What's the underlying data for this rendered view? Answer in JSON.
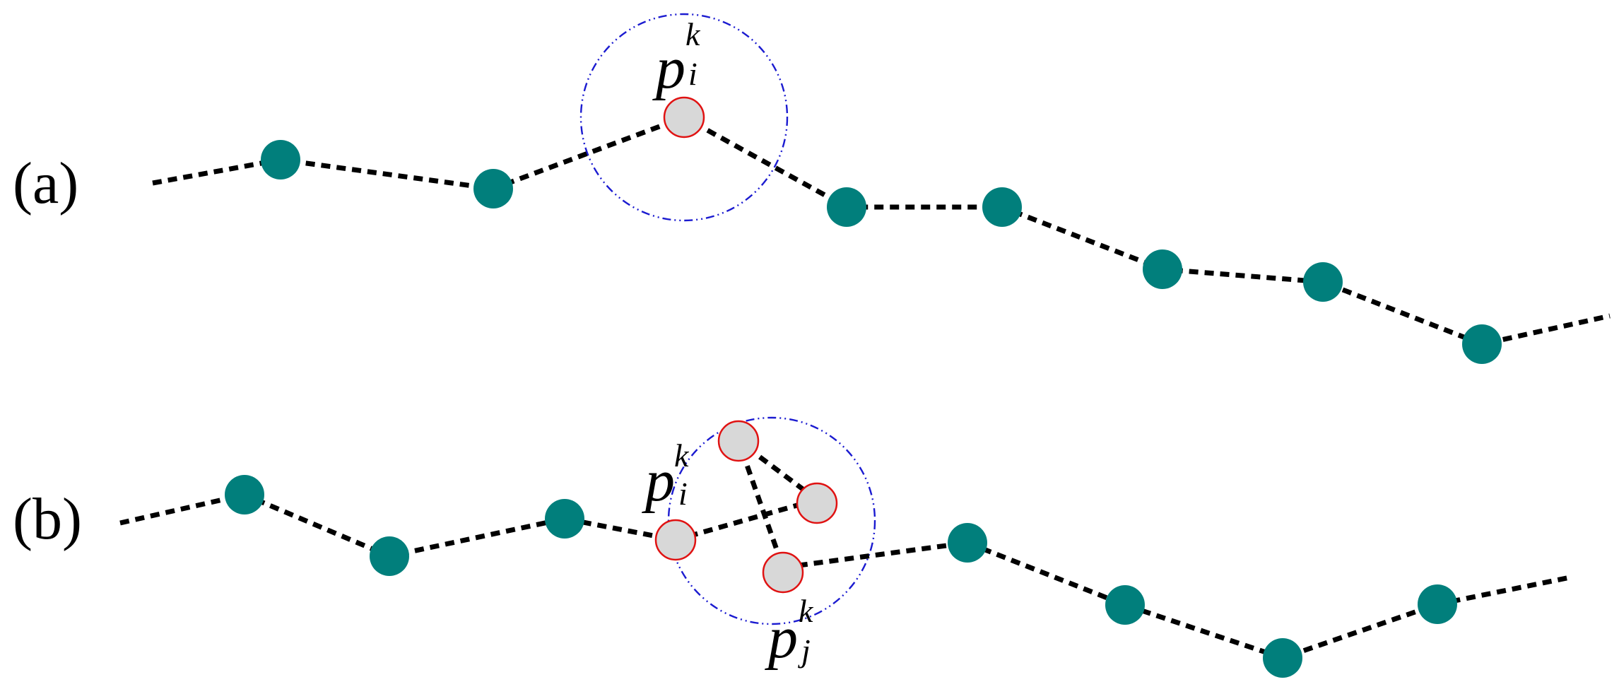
{
  "panels": [
    {
      "label": "(a)",
      "annotations": [
        {
          "base": "p",
          "sub": "i",
          "sup": "k"
        }
      ]
    },
    {
      "label": "(b)",
      "annotations": [
        {
          "base": "p",
          "sub": "i",
          "sup": "k"
        },
        {
          "base": "p",
          "sub": "j",
          "sup": "k"
        }
      ]
    }
  ],
  "colors": {
    "normal_node": "#017f7c",
    "highlighted_node_fill": "#d8d8d8",
    "highlighted_node_stroke": "#e01212",
    "neighborhood_circle": "#1b1bd0",
    "chain_line": "#000000"
  }
}
